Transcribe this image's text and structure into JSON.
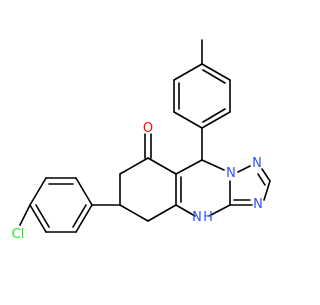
{
  "molecule": {
    "atom_labels": {
      "oxygen": "O",
      "nitrogen_1": "N",
      "nitrogen_2": "N",
      "nitrogen_3": "N",
      "nh": "N",
      "nh_hydrogen": "H",
      "chlorine": "Cl"
    },
    "colors": {
      "bond": "#000000",
      "oxygen": "#ff0d0d",
      "nitrogen": "#3050f8",
      "chlorine": "#1ff01f"
    }
  }
}
